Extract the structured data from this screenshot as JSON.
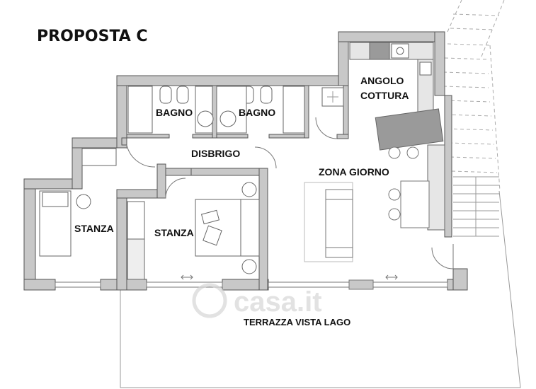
{
  "title": "PROPOSTA C",
  "rooms": {
    "bagno_left": "BAGNO",
    "bagno_right": "BAGNO",
    "angolo_line1": "ANGOLO",
    "angolo_line2": "COTTURA",
    "disbrigo": "DISBRIGO",
    "zona_giorno": "ZONA GIORNO",
    "stanza_left": "STANZA",
    "stanza_center": "STANZA",
    "terrazza": "TERRAZZA  VISTA LAGO"
  },
  "watermark": "casa.it",
  "colors": {
    "wall_fill": "#c8c8c8",
    "wall_stroke": "#555555",
    "line": "#888888",
    "terrace_line": "#9a9a9a",
    "text": "#111111"
  }
}
